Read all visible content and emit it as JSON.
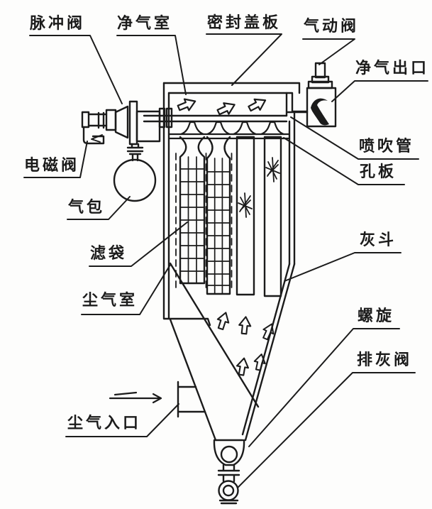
{
  "diagram": {
    "type": "engineering-line-diagram",
    "subject": "pulse-jet bag filter dust collector",
    "colors": {
      "ink": "#1b1b1b",
      "background": "#fdfdfc"
    },
    "labels": {
      "pulse_valve": "脉冲阀",
      "clean_air_chamber": "净气室",
      "sealing_cover_plate": "密封盖板",
      "pneumatic_valve": "气动阀",
      "clean_air_outlet": "净气出口",
      "blowing_pipe": "喷吹管",
      "orifice_plate": "孔板",
      "ash_hopper": "灰斗",
      "screw_conveyor": "螺旋",
      "ash_discharge_valve": "排灰阀",
      "solenoid_valve": "电磁阀",
      "air_bag": "气包",
      "filter_bag": "滤袋",
      "dusty_air_chamber": "尘气室",
      "dusty_air_inlet": "尘气入口"
    }
  }
}
